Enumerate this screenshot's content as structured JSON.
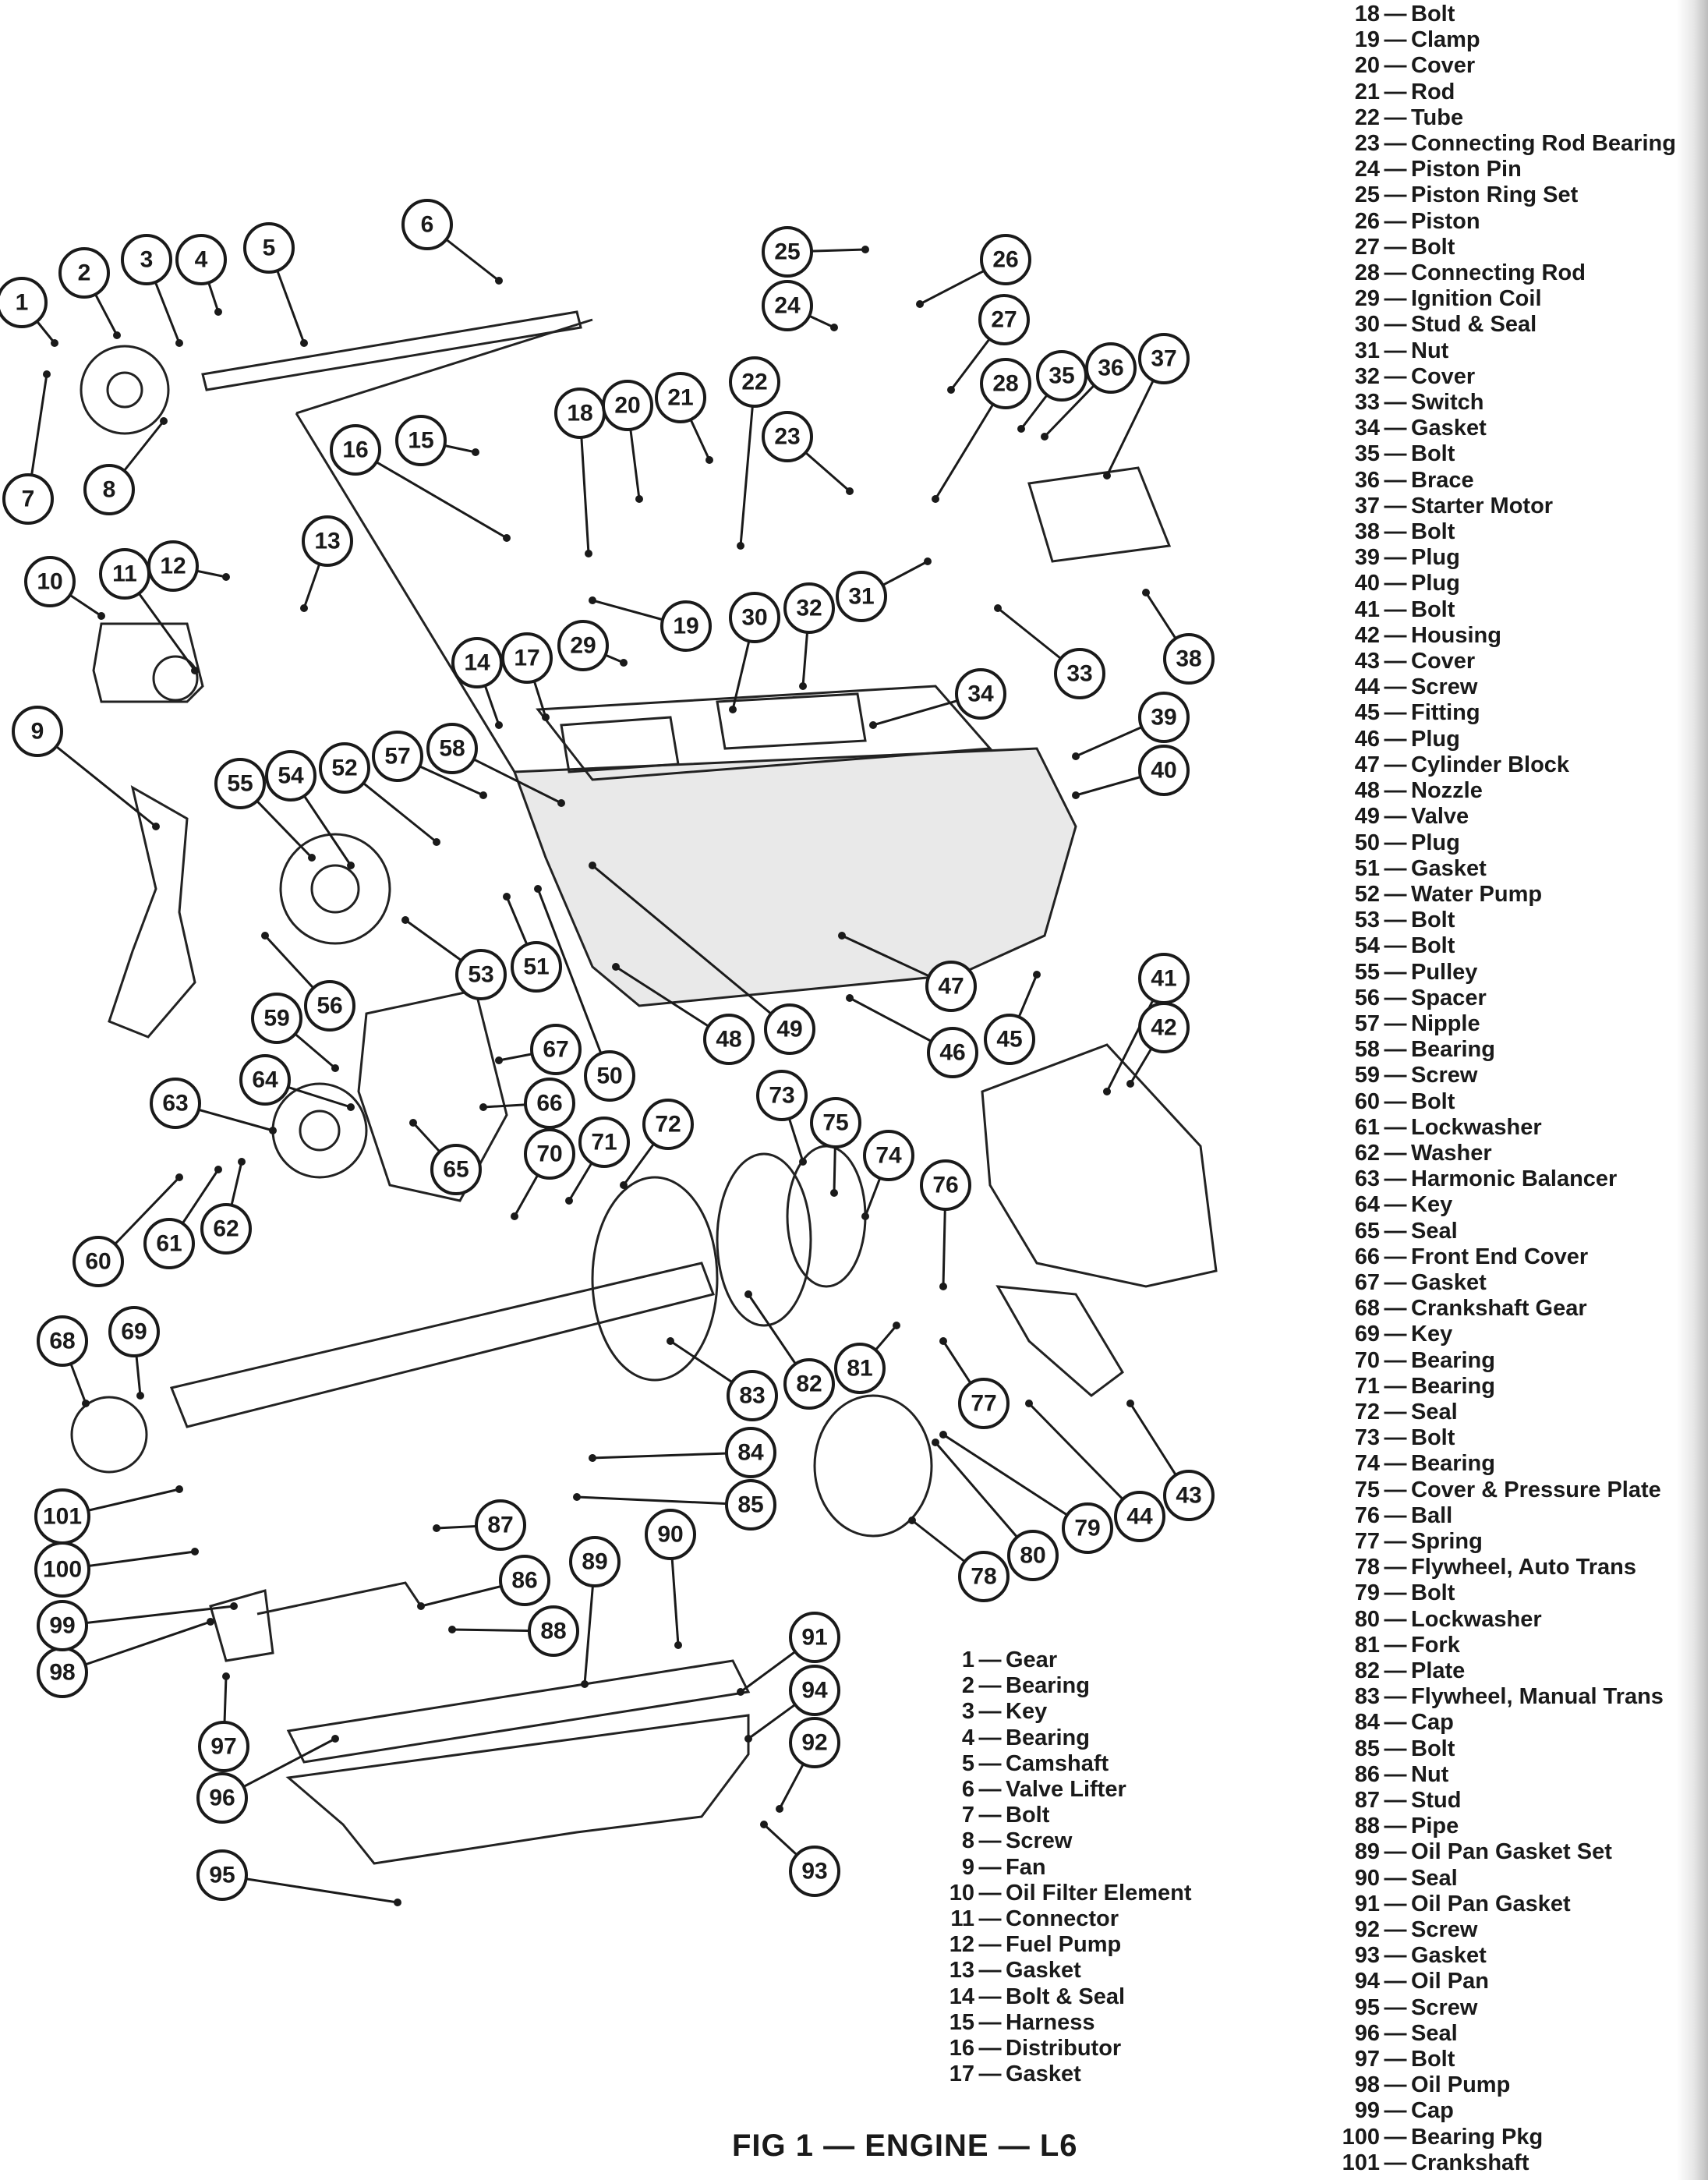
{
  "figure": {
    "caption": "FIG 1 — ENGINE — L6"
  },
  "parts": [
    {
      "n": "1",
      "name": "Gear"
    },
    {
      "n": "2",
      "name": "Bearing"
    },
    {
      "n": "3",
      "name": "Key"
    },
    {
      "n": "4",
      "name": "Bearing"
    },
    {
      "n": "5",
      "name": "Camshaft"
    },
    {
      "n": "6",
      "name": "Valve Lifter"
    },
    {
      "n": "7",
      "name": "Bolt"
    },
    {
      "n": "8",
      "name": "Screw"
    },
    {
      "n": "9",
      "name": "Fan"
    },
    {
      "n": "10",
      "name": "Oil Filter Element"
    },
    {
      "n": "11",
      "name": "Connector"
    },
    {
      "n": "12",
      "name": "Fuel Pump"
    },
    {
      "n": "13",
      "name": "Gasket"
    },
    {
      "n": "14",
      "name": "Bolt & Seal"
    },
    {
      "n": "15",
      "name": "Harness"
    },
    {
      "n": "16",
      "name": "Distributor"
    },
    {
      "n": "17",
      "name": "Gasket"
    },
    {
      "n": "18",
      "name": "Bolt"
    },
    {
      "n": "19",
      "name": "Clamp"
    },
    {
      "n": "20",
      "name": "Cover"
    },
    {
      "n": "21",
      "name": "Rod"
    },
    {
      "n": "22",
      "name": "Tube"
    },
    {
      "n": "23",
      "name": "Connecting Rod Bearing"
    },
    {
      "n": "24",
      "name": "Piston Pin"
    },
    {
      "n": "25",
      "name": "Piston Ring Set"
    },
    {
      "n": "26",
      "name": "Piston"
    },
    {
      "n": "27",
      "name": "Bolt"
    },
    {
      "n": "28",
      "name": "Connecting Rod"
    },
    {
      "n": "29",
      "name": "Ignition Coil"
    },
    {
      "n": "30",
      "name": "Stud & Seal"
    },
    {
      "n": "31",
      "name": "Nut"
    },
    {
      "n": "32",
      "name": "Cover"
    },
    {
      "n": "33",
      "name": "Switch"
    },
    {
      "n": "34",
      "name": "Gasket"
    },
    {
      "n": "35",
      "name": "Bolt"
    },
    {
      "n": "36",
      "name": "Brace"
    },
    {
      "n": "37",
      "name": "Starter Motor"
    },
    {
      "n": "38",
      "name": "Bolt"
    },
    {
      "n": "39",
      "name": "Plug"
    },
    {
      "n": "40",
      "name": "Plug"
    },
    {
      "n": "41",
      "name": "Bolt"
    },
    {
      "n": "42",
      "name": "Housing"
    },
    {
      "n": "43",
      "name": "Cover"
    },
    {
      "n": "44",
      "name": "Screw"
    },
    {
      "n": "45",
      "name": "Fitting"
    },
    {
      "n": "46",
      "name": "Plug"
    },
    {
      "n": "47",
      "name": "Cylinder Block"
    },
    {
      "n": "48",
      "name": "Nozzle"
    },
    {
      "n": "49",
      "name": "Valve"
    },
    {
      "n": "50",
      "name": "Plug"
    },
    {
      "n": "51",
      "name": "Gasket"
    },
    {
      "n": "52",
      "name": "Water Pump"
    },
    {
      "n": "53",
      "name": "Bolt"
    },
    {
      "n": "54",
      "name": "Bolt"
    },
    {
      "n": "55",
      "name": "Pulley"
    },
    {
      "n": "56",
      "name": "Spacer"
    },
    {
      "n": "57",
      "name": "Nipple"
    },
    {
      "n": "58",
      "name": "Bearing"
    },
    {
      "n": "59",
      "name": "Screw"
    },
    {
      "n": "60",
      "name": "Bolt"
    },
    {
      "n": "61",
      "name": "Lockwasher"
    },
    {
      "n": "62",
      "name": "Washer"
    },
    {
      "n": "63",
      "name": "Harmonic Balancer"
    },
    {
      "n": "64",
      "name": "Key"
    },
    {
      "n": "65",
      "name": "Seal"
    },
    {
      "n": "66",
      "name": "Front End Cover"
    },
    {
      "n": "67",
      "name": "Gasket"
    },
    {
      "n": "68",
      "name": "Crankshaft Gear"
    },
    {
      "n": "69",
      "name": "Key"
    },
    {
      "n": "70",
      "name": "Bearing"
    },
    {
      "n": "71",
      "name": "Bearing"
    },
    {
      "n": "72",
      "name": "Seal"
    },
    {
      "n": "73",
      "name": "Bolt"
    },
    {
      "n": "74",
      "name": "Bearing"
    },
    {
      "n": "75",
      "name": "Cover & Pressure Plate"
    },
    {
      "n": "76",
      "name": "Ball"
    },
    {
      "n": "77",
      "name": "Spring"
    },
    {
      "n": "78",
      "name": "Flywheel, Auto Trans"
    },
    {
      "n": "79",
      "name": "Bolt"
    },
    {
      "n": "80",
      "name": "Lockwasher"
    },
    {
      "n": "81",
      "name": "Fork"
    },
    {
      "n": "82",
      "name": "Plate"
    },
    {
      "n": "83",
      "name": "Flywheel, Manual Trans"
    },
    {
      "n": "84",
      "name": "Cap"
    },
    {
      "n": "85",
      "name": "Bolt"
    },
    {
      "n": "86",
      "name": "Nut"
    },
    {
      "n": "87",
      "name": "Stud"
    },
    {
      "n": "88",
      "name": "Pipe"
    },
    {
      "n": "89",
      "name": "Oil Pan Gasket Set"
    },
    {
      "n": "90",
      "name": "Seal"
    },
    {
      "n": "91",
      "name": "Oil Pan Gasket"
    },
    {
      "n": "92",
      "name": "Screw"
    },
    {
      "n": "93",
      "name": "Gasket"
    },
    {
      "n": "94",
      "name": "Oil Pan"
    },
    {
      "n": "95",
      "name": "Screw"
    },
    {
      "n": "96",
      "name": "Seal"
    },
    {
      "n": "97",
      "name": "Bolt"
    },
    {
      "n": "98",
      "name": "Oil Pump"
    },
    {
      "n": "99",
      "name": "Cap"
    },
    {
      "n": "100",
      "name": "Bearing Pkg"
    },
    {
      "n": "101",
      "name": "Crankshaft"
    }
  ]
}
